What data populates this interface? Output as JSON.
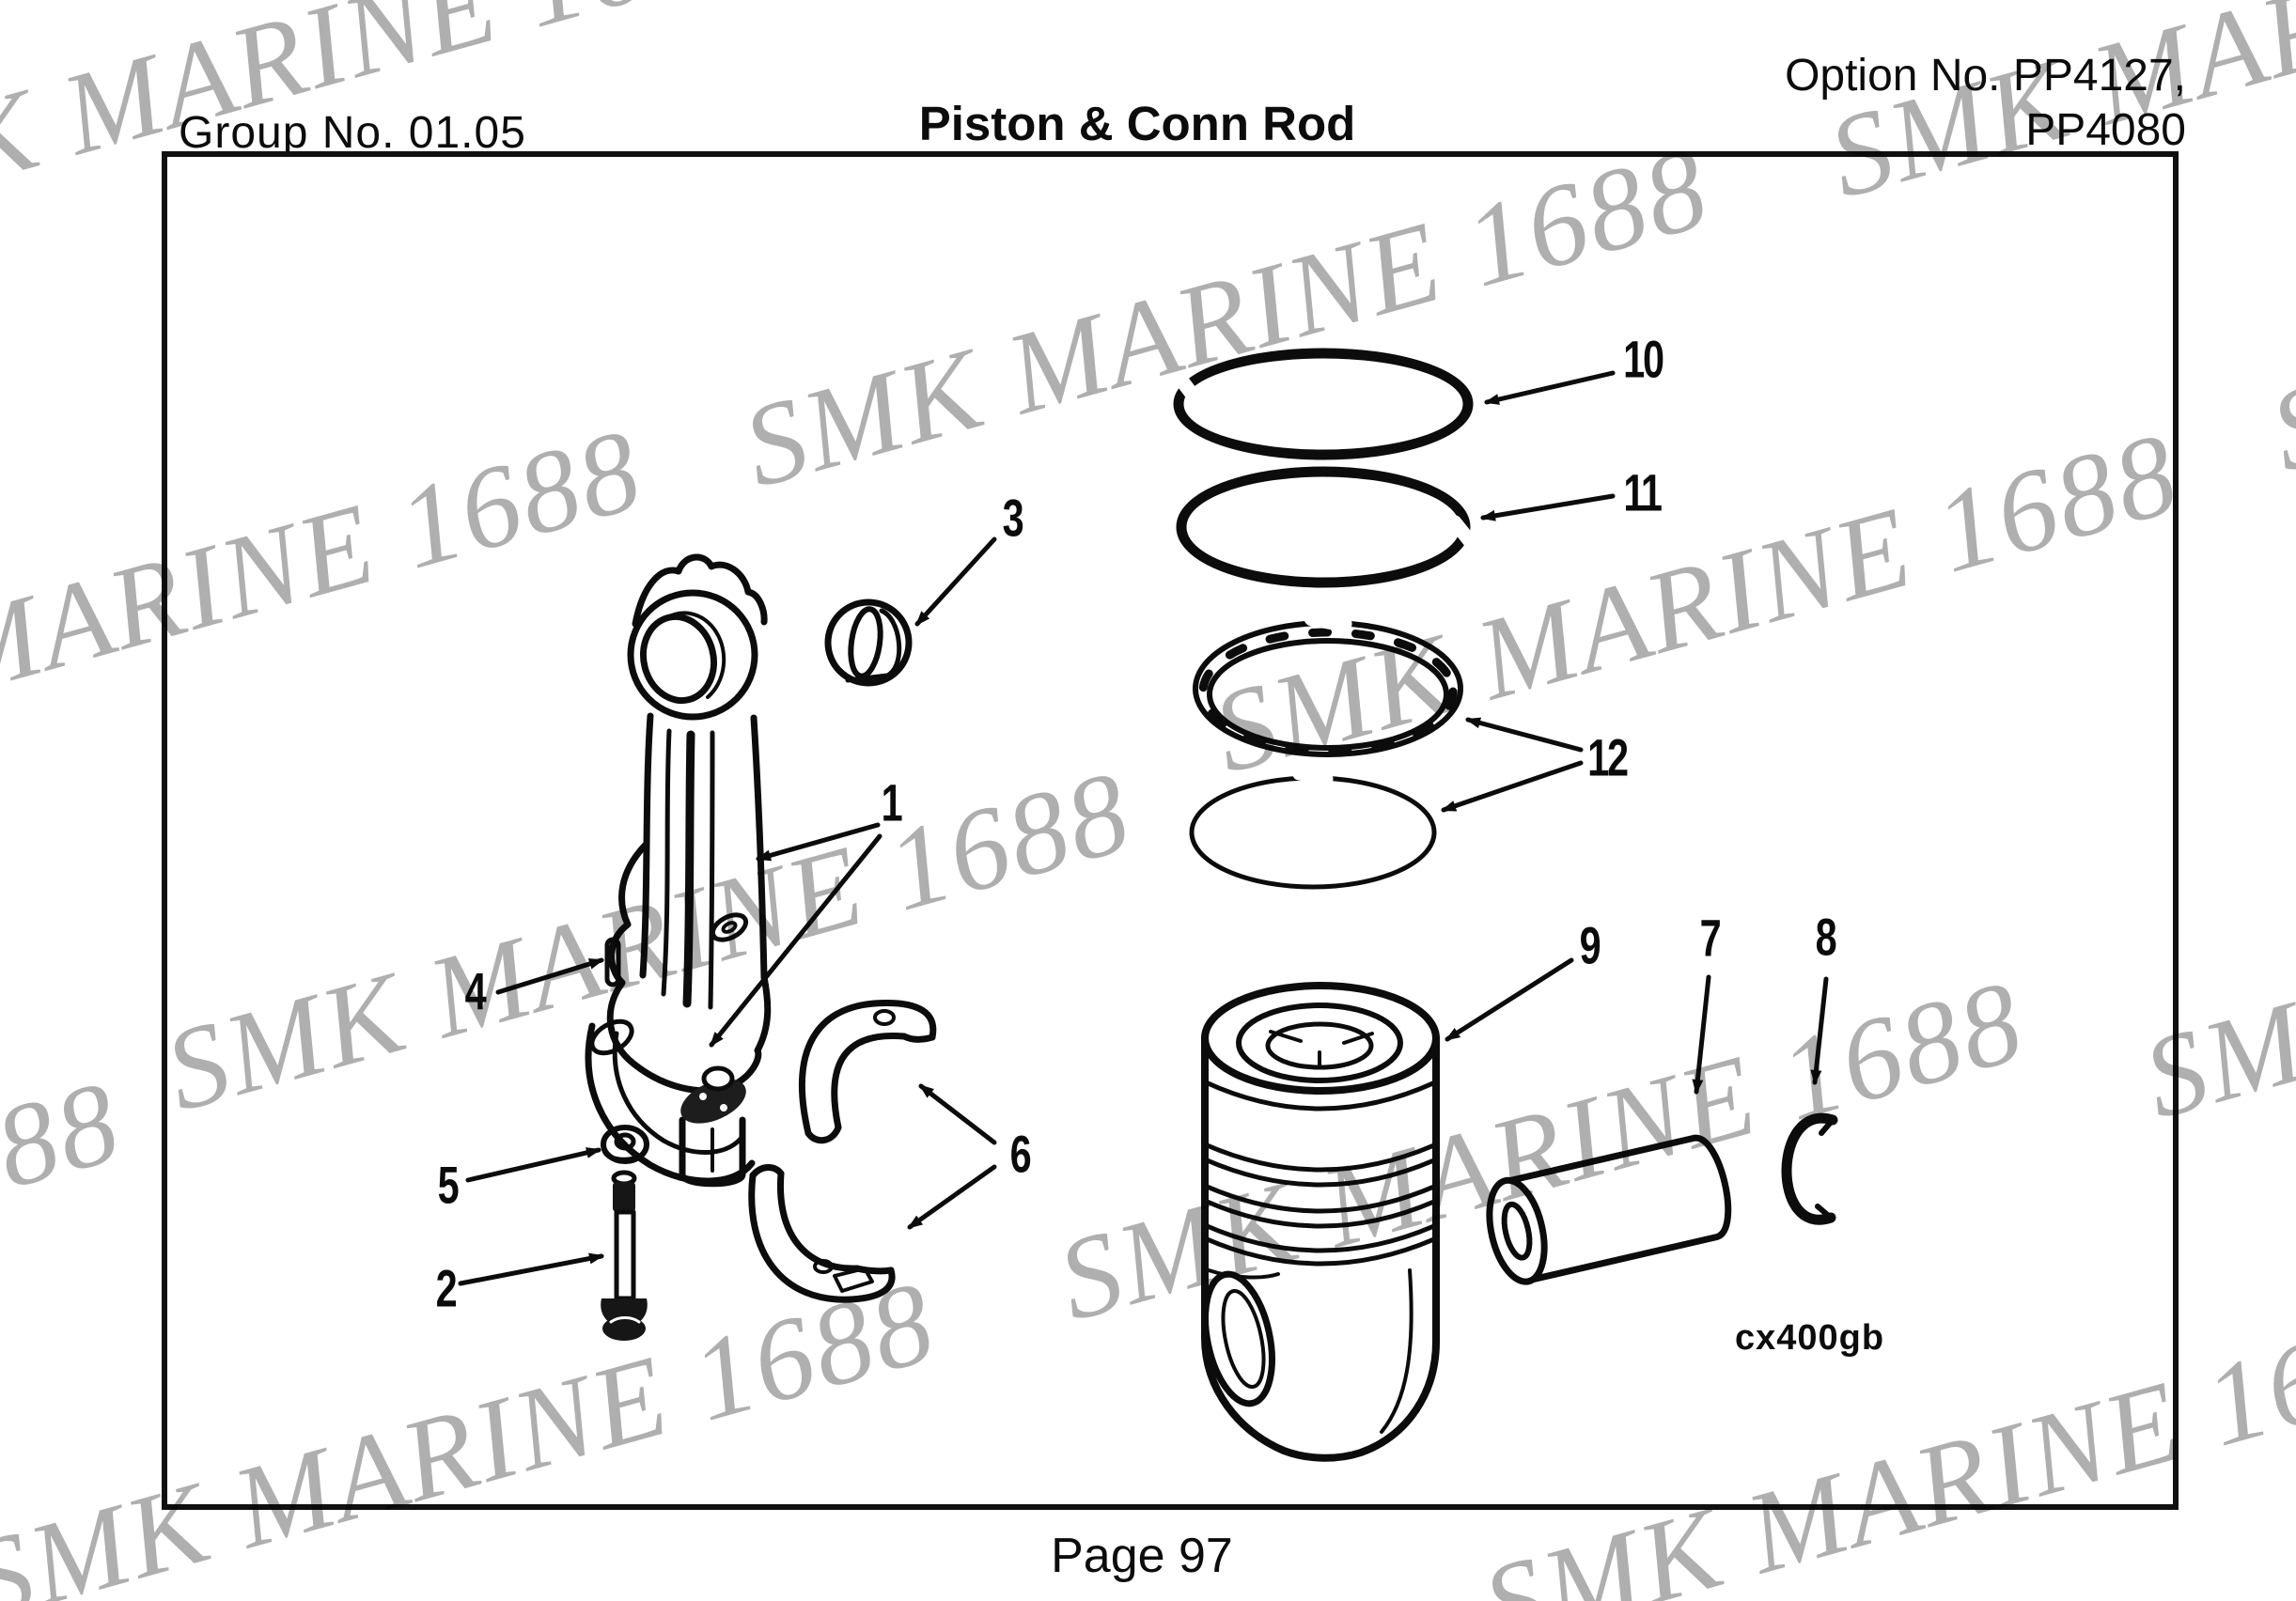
{
  "header": {
    "group_no": "Group No. 01.05",
    "title": "Piston & Conn Rod",
    "option_line1": "Option No. PP4127,",
    "option_line2": "PP4080"
  },
  "footer": {
    "page_label": "Page 97"
  },
  "watermark": {
    "text": "SMK MARINE 1688",
    "color": "#9b9b9b"
  },
  "diagram": {
    "figure_code": "cx400gb",
    "description": "Exploded line-art diagram of piston and connecting rod assembly with numbered callouts",
    "callouts": [
      {
        "label": "1"
      },
      {
        "label": "2"
      },
      {
        "label": "3"
      },
      {
        "label": "4"
      },
      {
        "label": "5"
      },
      {
        "label": "6"
      },
      {
        "label": "7"
      },
      {
        "label": "8"
      },
      {
        "label": "9"
      },
      {
        "label": "10"
      },
      {
        "label": "11"
      },
      {
        "label": "12"
      }
    ]
  }
}
